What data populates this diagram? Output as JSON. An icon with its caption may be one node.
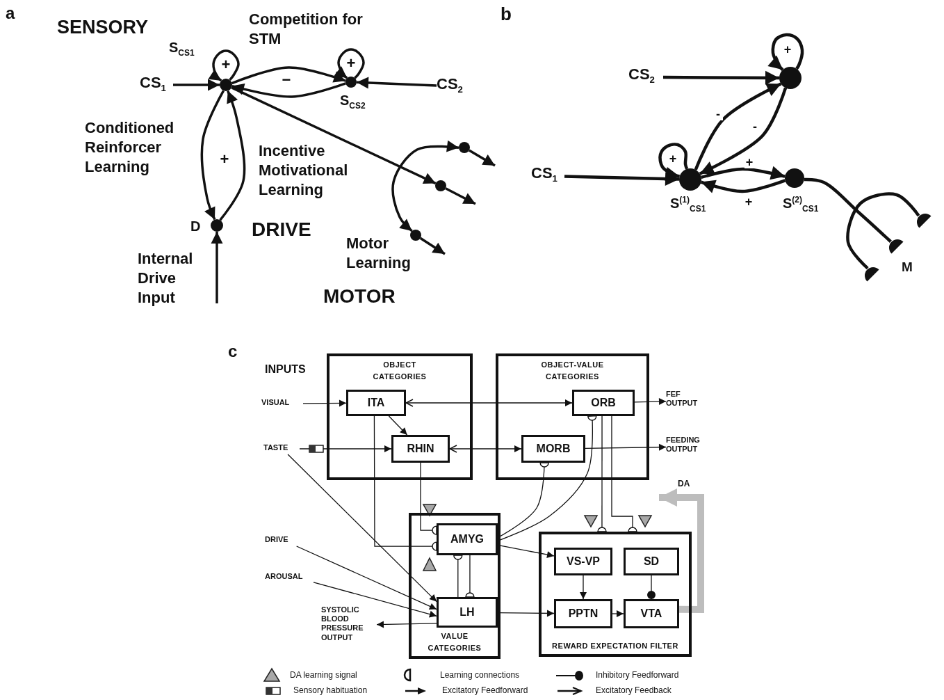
{
  "diagram": {
    "nodes": [
      {
        "text": [],
        "shape": "circle",
        "beside": [
          "S$_{CS1}$"
        ]
      },
      {
        "text": [],
        "shape": "circle",
        "beside": [
          "S$_{CS2}$"
        ]
      },
      {
        "text": [
          "CS$_{1}$"
        ]
      },
      {
        "text": [
          "CS$_{2}$"
        ]
      },
      {
        "text": [],
        "shape": "circle",
        "beside": [
          "D"
        ]
      },
      {
        "text": [],
        "shape": "circle"
      },
      {
        "text": [],
        "shape": "circle"
      },
      {
        "text": [],
        "shape": "circle"
      },
      {
        "text": [
          "CS$_{2}$"
        ]
      },
      {
        "text": [],
        "shape": "circle"
      },
      {
        "text": [
          "CS$_{1}$"
        ]
      },
      {
        "text": [],
        "shape": "circle",
        "beside": [
          "S$^{(1)}$$_{CS1}$"
        ]
      },
      {
        "text": [],
        "shape": "circle",
        "beside": [
          "S$^{(2)}$$_{CS1}$"
        ]
      },
      {
        "text": [],
        "shape": "semicircle"
      },
      {
        "text": [],
        "shape": "semicircle"
      },
      {
        "text": [],
        "shape": "semicircle"
      },
      {
        "text": [
          "OBJECT CATEGORIES"
        ]
      },
      {
        "text": [
          "ITA"
        ],
        "in": 16
      },
      {
        "text": [
          "RHIN"
        ],
        "in": 16
      },
      {
        "text": [
          "OBJECT-VALUE CATEGORIES"
        ]
      },
      {
        "text": [
          "ORB"
        ],
        "in": 19
      },
      {
        "text": [
          "MORB"
        ],
        "in": 19
      },
      {
        "text": [
          "VALUE CATEGORIES"
        ]
      },
      {
        "text": [
          "AMYG"
        ],
        "in": 22
      },
      {
        "text": [
          "LH"
        ],
        "in": 22
      },
      {
        "text": [
          "REWARD EXPECTATION FILTER"
        ]
      },
      {
        "text": [
          "VS-VP"
        ],
        "in": 25
      },
      {
        "text": [
          "SD"
        ],
        "in": 25
      },
      {
        "text": [
          "PPTN"
        ],
        "in": 25
      },
      {
        "text": [
          "VTA"
        ],
        "in": 25
      },
      {
        "text": [
          "VISUAL"
        ]
      },
      {
        "text": [
          "TASTE"
        ]
      },
      {
        "text": [
          "DRIVE"
        ]
      },
      {
        "text": [
          "AROUSAL"
        ]
      },
      {
        "text": [
          "SYSTOLIC BLOOD PRESSURE OUTPUT"
        ]
      },
      {
        "text": [
          "FEF OUTPUT"
        ]
      },
      {
        "text": [
          "FEEDING OUTPUT"
        ]
      }
    ],
    "edges": [
      {
        "from": 2,
        "to": 0,
        "arrow": "to"
      },
      {
        "from": 3,
        "to": 1,
        "arrow": "to"
      },
      {
        "from": 0,
        "to": 0,
        "arrow": "to",
        "label": "+"
      },
      {
        "from": 1,
        "to": 1,
        "arrow": "to",
        "label": "+"
      },
      {
        "from": 0,
        "to": 1,
        "arrow": "to",
        "label": "−"
      },
      {
        "from": 1,
        "to": 0,
        "arrow": "to"
      },
      {
        "from": 0,
        "to": 4,
        "arrow": "to",
        "label": "+"
      },
      {
        "from": 4,
        "to": 0,
        "arrow": "to"
      },
      {
        "from": 0,
        "to": 6,
        "arrow": "to"
      },
      {
        "from": 5,
        "to": 7,
        "arrow": "both"
      },
      {
        "from": 5,
        "to": null,
        "arrow": "to"
      },
      {
        "from": 6,
        "to": null,
        "arrow": "to"
      },
      {
        "from": 7,
        "to": null,
        "arrow": "to"
      },
      {
        "from": null,
        "to": 4,
        "arrow": "to"
      },
      {
        "from": 8,
        "to": 9,
        "arrow": "to"
      },
      {
        "from": 9,
        "to": 9,
        "arrow": "to",
        "label": "+"
      },
      {
        "from": 10,
        "to": 11,
        "arrow": "to"
      },
      {
        "from": 11,
        "to": 11,
        "arrow": "to",
        "label": "+"
      },
      {
        "from": 11,
        "to": 9,
        "arrow": "to",
        "label": "-"
      },
      {
        "from": 9,
        "to": 11,
        "arrow": "to",
        "label": "-"
      },
      {
        "from": 11,
        "to": 12,
        "arrow": "to",
        "label": "+"
      },
      {
        "from": 12,
        "to": 11,
        "arrow": "to",
        "label": "+"
      },
      {
        "from": 12,
        "to": 14,
        "arrow": "none"
      },
      {
        "from": 13,
        "to": 15,
        "arrow": "none"
      },
      {
        "from": 30,
        "to": 17,
        "arrow": "to"
      },
      {
        "from": 31,
        "to": 18,
        "arrow": "to"
      },
      {
        "from": 17,
        "to": 20,
        "arrow": "both"
      },
      {
        "from": 18,
        "to": 21,
        "arrow": "both"
      },
      {
        "from": 17,
        "to": 18,
        "arrow": "to"
      },
      {
        "from": 20,
        "to": 35,
        "arrow": "to"
      },
      {
        "from": 21,
        "to": 36,
        "arrow": "to"
      },
      {
        "from": 31,
        "to": 24,
        "arrow": "to"
      },
      {
        "from": 32,
        "to": 24,
        "arrow": "to"
      },
      {
        "from": 33,
        "to": 24,
        "arrow": "to"
      },
      {
        "from": 24,
        "to": 34,
        "arrow": "to"
      },
      {
        "from": 24,
        "to": 28,
        "arrow": "to"
      },
      {
        "from": 23,
        "to": 26,
        "arrow": "to"
      },
      {
        "from": 23,
        "to": 20,
        "arrow": "other"
      },
      {
        "from": 23,
        "to": 21,
        "arrow": "other"
      },
      {
        "from": 17,
        "to": 23,
        "arrow": "other"
      },
      {
        "from": 18,
        "to": 23,
        "arrow": "other"
      },
      {
        "from": 24,
        "to": 23,
        "arrow": "other"
      },
      {
        "from": 23,
        "to": 24,
        "arrow": "other"
      },
      {
        "from": 20,
        "to": 25,
        "arrow": "other"
      },
      {
        "from": 20,
        "to": 25,
        "arrow": "other"
      },
      {
        "from": 26,
        "to": 28,
        "arrow": "to"
      },
      {
        "from": 27,
        "to": 29,
        "arrow": "other"
      },
      {
        "from": 28,
        "to": 29,
        "arrow": "to"
      },
      {
        "from": 29,
        "to": null,
        "arrow": "to",
        "style": "thick",
        "color": "#bdbdbd"
      }
    ],
    "labels": [
      "a",
      "SENSORY",
      "Competition for STM",
      "Conditioned Reinforcer Learning",
      "Incentive Motivational Learning",
      "DRIVE",
      "Internal Drive Input",
      "Motor Learning",
      "MOTOR",
      "b",
      "M",
      "c",
      "INPUTS",
      "DA"
    ],
    "legend": [
      {
        "text": "DA learning signal"
      },
      {
        "text": "Learning connections"
      },
      {
        "text": "Inhibitory Feedforward"
      },
      {
        "text": "Sensory habituation"
      },
      {
        "text": "Excitatory Feedforward"
      },
      {
        "text": "Excitatory Feedback"
      }
    ]
  }
}
